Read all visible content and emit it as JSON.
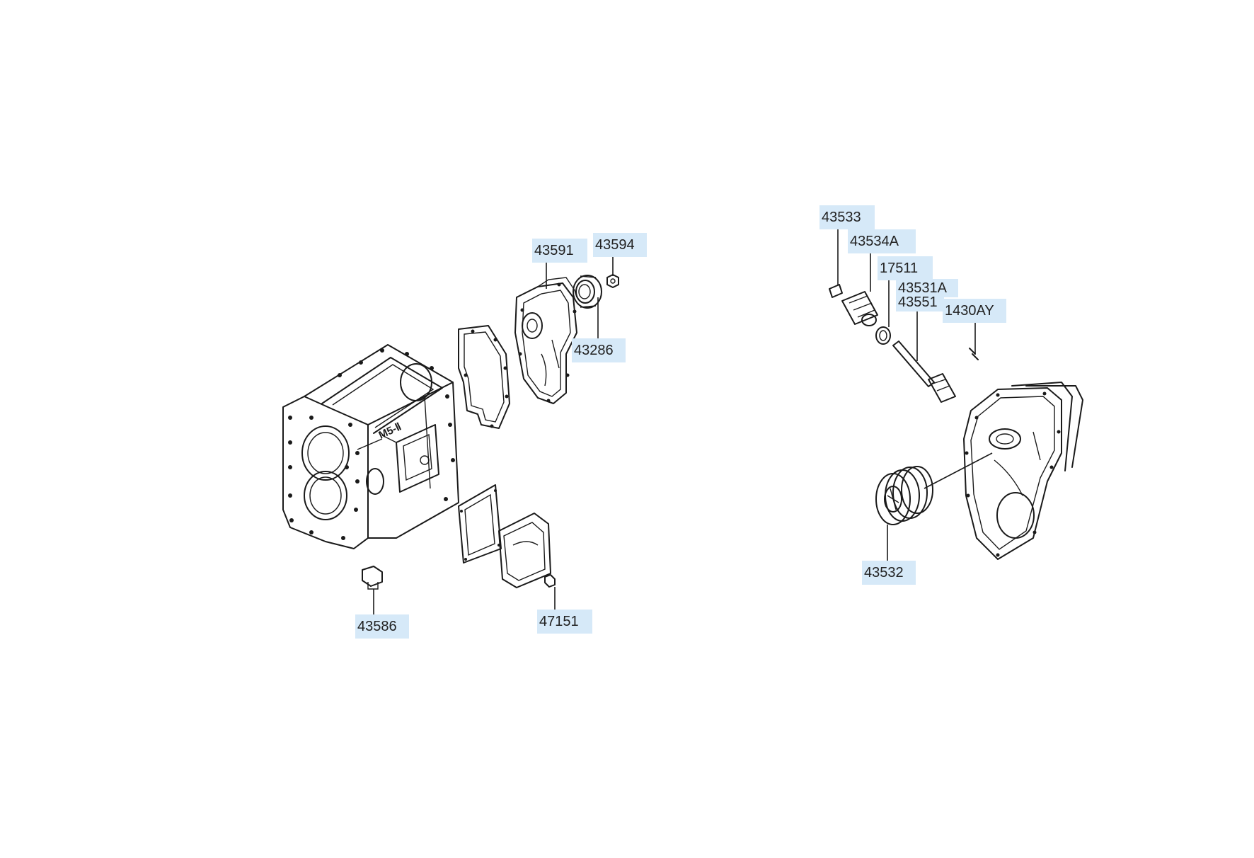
{
  "labels": {
    "p43591": "43591",
    "p43594": "43594",
    "p43286": "43286",
    "p43586": "43586",
    "p47151": "47151",
    "p43533": "43533",
    "p43534A": "43534A",
    "p17511": "17511",
    "p43531A": "43531A",
    "p43551": "43551",
    "p1430AY": "1430AY",
    "p43532": "43532"
  },
  "colors": {
    "label_bg": "#d6e9f8",
    "line": "#1a1a1a"
  }
}
